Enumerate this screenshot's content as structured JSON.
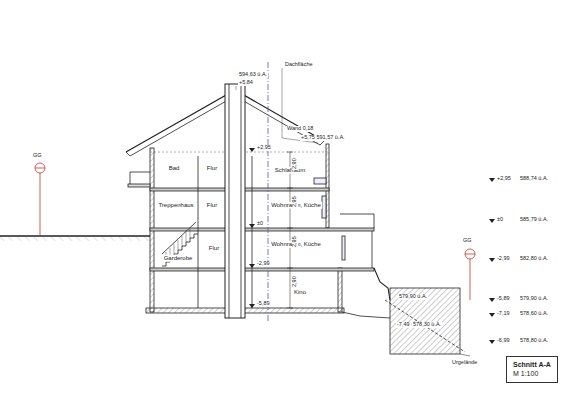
{
  "diagram": {
    "nodes": [
      {
        "text": [
          "Bad"
        ]
      },
      {
        "text": [
          "Flur"
        ]
      },
      {
        "text": [
          "Schlafraum"
        ]
      },
      {
        "text": [
          "Treppenhaus"
        ]
      },
      {
        "text": [
          "Flur"
        ]
      },
      {
        "text": [
          "Wohnraum, Küche"
        ]
      },
      {
        "text": [
          "Garderobe"
        ]
      },
      {
        "text": [
          "Flur"
        ]
      },
      {
        "text": [
          "Wohnraum, Küche"
        ]
      },
      {
        "text": [
          "Kino"
        ]
      },
      {
        "text": [
          "Schnitt A-A",
          "M 1:100"
        ]
      }
    ],
    "labels": [
      "GG",
      "GG",
      "594,63 ü.A.",
      "+5,84",
      "+5,75 591,57 ü.A.",
      "+2,95",
      "±0",
      "-2,99",
      "-5,89",
      "+2,95",
      "588,74 ü.A.",
      "±0",
      "585,79 ü.A.",
      "-2,99",
      "582,80 ü.A.",
      "-5,89",
      "579,90 ü.A.",
      "-7,19",
      "578,60 ü.A.",
      "-6,99",
      "578,80 ü.A.",
      "579,90 ü.A.",
      "-7,49",
      "578,30 ü.A.",
      "Urgelände",
      "2,95",
      "2,95",
      "2,90",
      "2,90",
      "Dachfläche",
      "Wand 0,18"
    ]
  }
}
